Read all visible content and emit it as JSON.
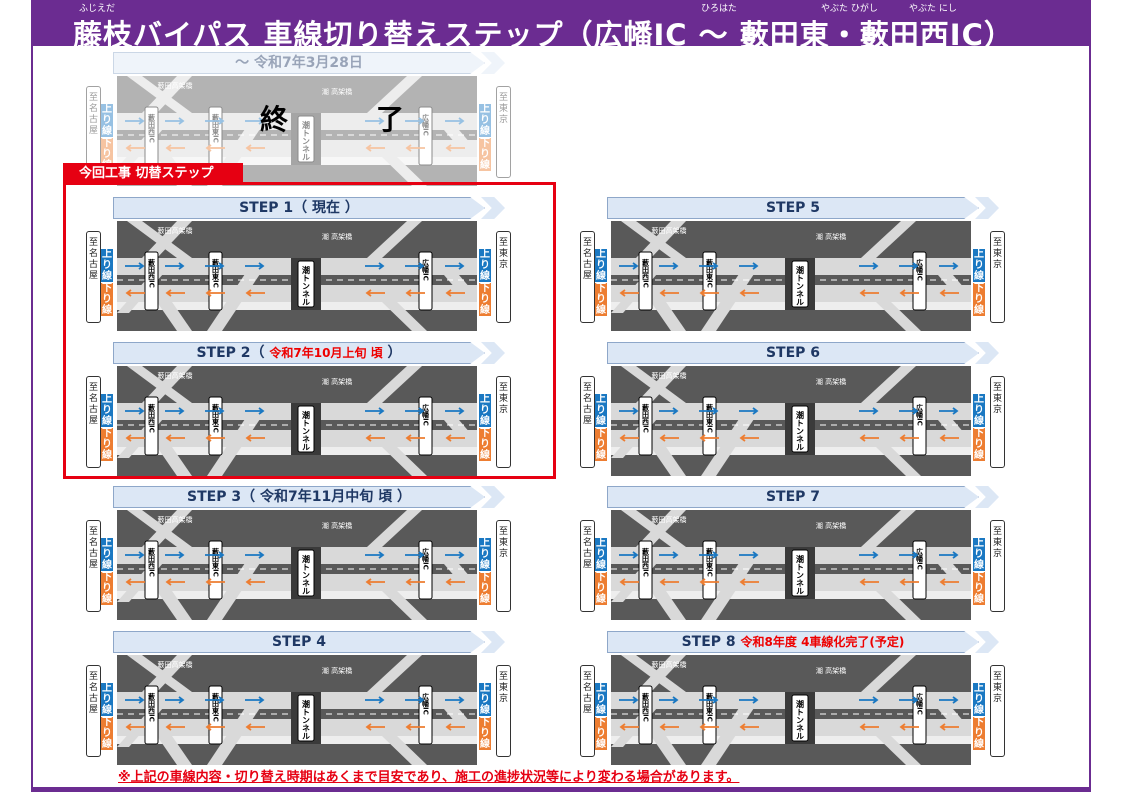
{
  "header": {
    "title": "藤枝バイパス 車線切り替えステップ（広幡IC ～ 藪田東・藪田西IC）",
    "ruby": [
      "ふじえだ",
      "ひろはた",
      "やぶた ひがし",
      "やぶた にし"
    ]
  },
  "colors": {
    "brand": "#6b2c91",
    "accent_red": "#e60012",
    "up_line": "#1a78c2",
    "down_line": "#ed7d31",
    "banner": "#dce7f5"
  },
  "diagram_labels": {
    "to_nagoya": "至名古屋",
    "to_tokyo": "至東京",
    "up_line": "上り線",
    "down_line": "下り線",
    "yabuta_west_ic": "藪田西IC",
    "yabuta_east_ic": "藪田東IC",
    "hirohata_ic": "広幡IC",
    "tunnel": "潮トンネル",
    "yabuta_bridge": "藪田高架橋",
    "ushio_bridge": "潮 高架橋"
  },
  "completed": {
    "title": "～ 令和7年3月28日",
    "status": "終　了"
  },
  "current_work_tab": "今回工事 切替ステップ",
  "steps": [
    {
      "title": "STEP 1（ 現在 ）",
      "sub": ""
    },
    {
      "title": "STEP 2（",
      "sub": "令和7年10月上旬 頃",
      "close": "）"
    },
    {
      "title": "STEP 3（ 令和7年11月中旬 頃 ）",
      "sub": ""
    },
    {
      "title": "STEP 4",
      "sub": ""
    },
    {
      "title": "STEP 5",
      "sub": ""
    },
    {
      "title": "STEP 6",
      "sub": ""
    },
    {
      "title": "STEP 7",
      "sub": ""
    },
    {
      "title": "STEP 8",
      "sub": "令和8年度 4車線化完了(予定)"
    }
  ],
  "footer_note": "※上記の車線内容・切り替え時期はあくまで目安であり、施工の進捗状況等により変わる場合があります。"
}
